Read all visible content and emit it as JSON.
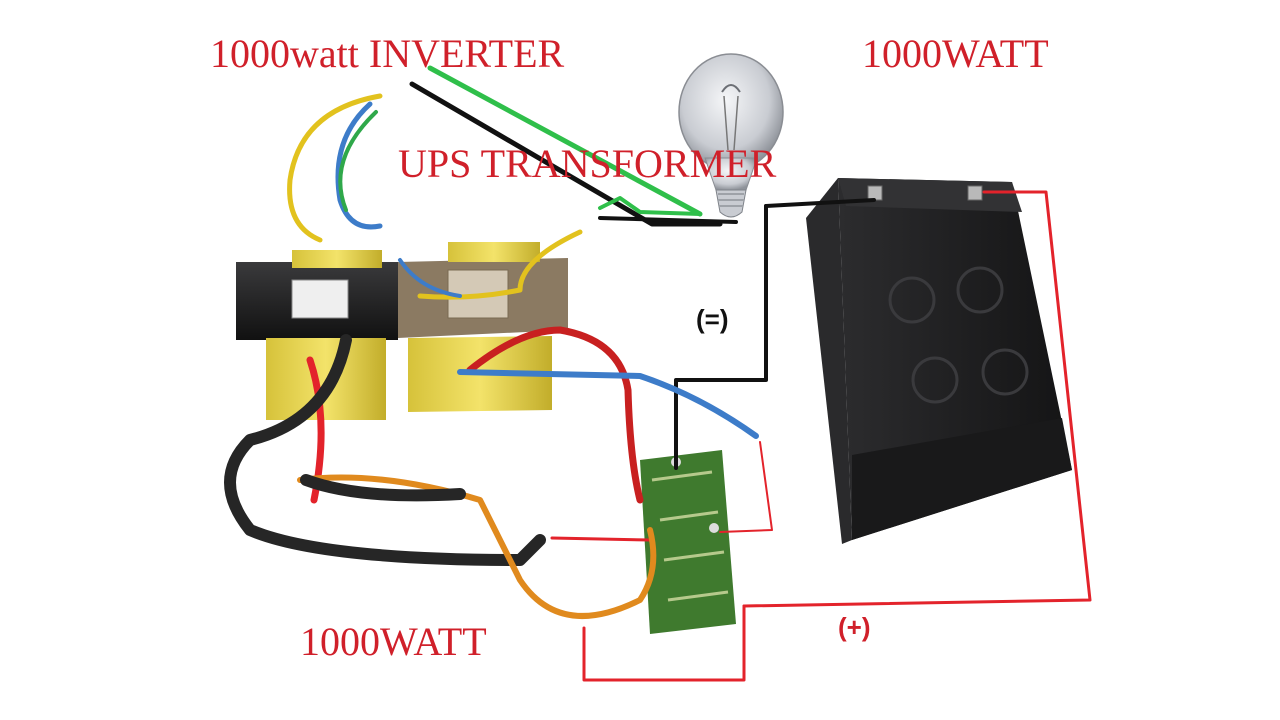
{
  "labels": {
    "inverter_title": "1000watt INVERTER",
    "watt_top": "1000WATT",
    "ups_transformer": "UPS TRANSFORMER",
    "watt_bottom": "1000WATT",
    "negative_symbol": "(=)",
    "positive_symbol": "(+)"
  },
  "colors": {
    "label_red": "#d0202a",
    "wire_red": "#e3232b",
    "wire_black": "#111111",
    "wire_green": "#2fbf4a",
    "wire_blue": "#3d7cc9",
    "wire_yellow": "#e2c21e",
    "wire_orange": "#e08a1e",
    "battery_body": "#1f1f21",
    "pcb_green": "#3f7a2e"
  },
  "icons": [
    "light-bulb-icon",
    "battery-icon",
    "transformer-icon",
    "circuit-board-icon"
  ]
}
